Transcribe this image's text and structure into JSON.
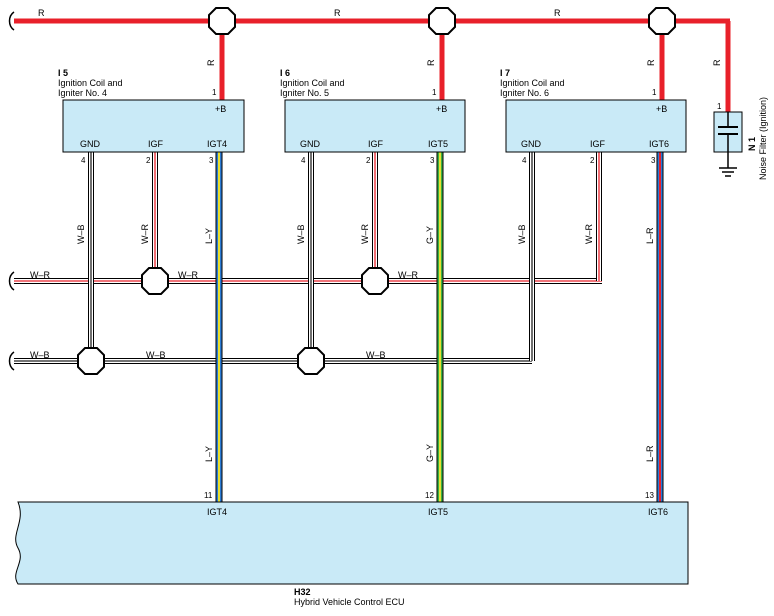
{
  "colors": {
    "R": "#e8202a",
    "W": "#ffffff",
    "B": "#222222",
    "L": "#2b7bd6",
    "Y": "#e8e030",
    "G": "#3cb043",
    "component_fill": "#c9eaf7"
  },
  "wire_labels": {
    "r": "R",
    "w_r": "W–R",
    "w_b": "W–B",
    "l_y": "L–Y",
    "g_y": "G–Y",
    "l_r": "L–R"
  },
  "components": {
    "i5": {
      "id": "I 5",
      "name1": "Ignition Coil and",
      "name2": "Igniter No. 4",
      "plus_b": "+B",
      "gnd": "GND",
      "igf": "IGF",
      "igt": "IGT4",
      "pin_plus": "1",
      "pin_gnd": "4",
      "pin_igf": "2",
      "pin_igt": "3"
    },
    "i6": {
      "id": "I 6",
      "name1": "Ignition Coil and",
      "name2": "Igniter No. 5",
      "plus_b": "+B",
      "gnd": "GND",
      "igf": "IGF",
      "igt": "IGT5",
      "pin_plus": "1",
      "pin_gnd": "4",
      "pin_igf": "2",
      "pin_igt": "3"
    },
    "i7": {
      "id": "I 7",
      "name1": "Ignition Coil and",
      "name2": "Igniter No. 6",
      "plus_b": "+B",
      "gnd": "GND",
      "igf": "IGF",
      "igt": "IGT6",
      "pin_plus": "1",
      "pin_gnd": "4",
      "pin_igf": "2",
      "pin_igt": "3"
    },
    "n1": {
      "id": "N 1",
      "name": "Noise Filter (Ignition)",
      "pin": "1"
    },
    "h32": {
      "id": "H32",
      "name": "Hybrid Vehicle Control ECU",
      "igt4": "IGT4",
      "igt5": "IGT5",
      "igt6": "IGT6",
      "pin_igt4": "11",
      "pin_igt5": "12",
      "pin_igt6": "13"
    }
  }
}
